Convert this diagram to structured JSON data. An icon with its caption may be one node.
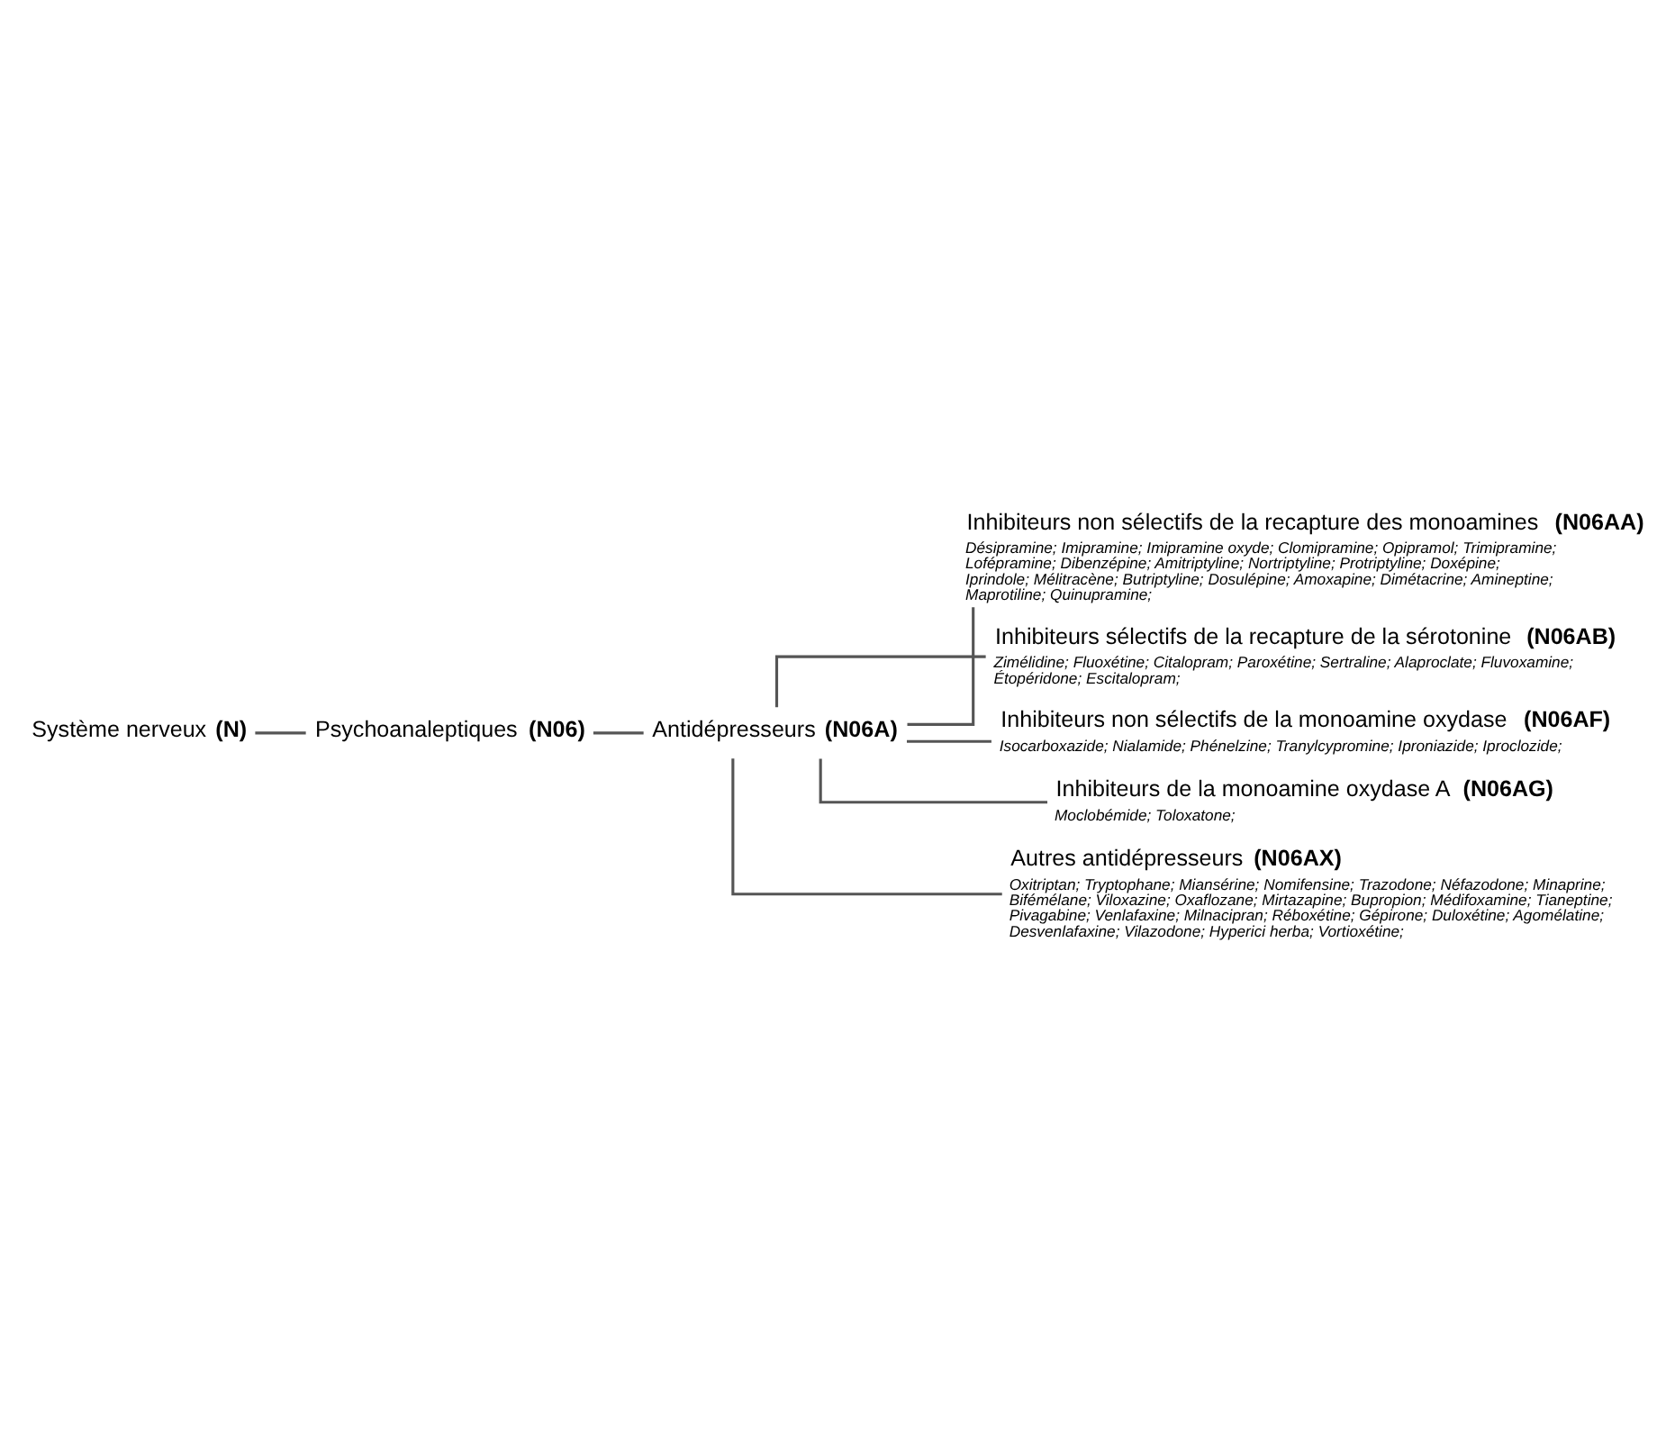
{
  "diagram": {
    "nodes": [
      {
        "text": [
          "Système nerveux **(N)**"
        ]
      },
      {
        "text": [
          "Psychoanaleptiques **(N06)**"
        ]
      },
      {
        "text": [
          "Antidépresseurs **(N06A)**"
        ]
      },
      {
        "text": [
          "Inhibiteurs non sélectifs de la recapture des monoamines **(N06AA)**",
          "Désipramine; Imipramine; Imipramine oxyde; Clomipramine; Opipramol; Trimipramine; Lofépramine; Dibenzépine; Amitriptyline; Nortriptyline; Protriptyline; Doxépine; Iprindole; Mélitracène; Butriptyline; Dosulépine; Amoxapine; Dimétacrine; Amineptine; Maprotiline; Quinupramine;"
        ]
      },
      {
        "text": [
          "Inhibiteurs sélectifs de la recapture de la sérotonine **(N06AB)**",
          "Zimélidine; Fluoxétine; Citalopram; Paroxétine; Sertraline; Alaproclate; Fluvoxamine; Étopéridone; Escitalopram;"
        ]
      },
      {
        "text": [
          "Inhibiteurs non sélectifs de la monoamine oxydase **(N06AF)**",
          "Isocarboxazide; Nialamide; Phénelzine; Tranylcypromine; Iproniazide; Iproclozide;"
        ]
      },
      {
        "text": [
          "Inhibiteurs de la monoamine oxydase A **(N06AG)**",
          "Moclobémide; Toloxatone;"
        ]
      },
      {
        "text": [
          "Autres antidépresseurs **(N06AX)**",
          "Oxitriptan; Tryptophane; Miansérine; Nomifensine; Trazodone; Néfazodone; Minaprine; Bifémélane; Viloxazine; Oxaflozane; Mirtazapine; Bupropion; Médifoxamine; Tianeptine; Pivagabine; Venlafaxine; Milnacipran; Réboxétine; Gépirone; Duloxétine; Agomélatine; Desvenlafaxine; Vilazodone; Hyperici herba; Vortioxétine;"
        ]
      }
    ],
    "edges": [
      {
        "from": 0,
        "to": 1,
        "arrow": "none"
      },
      {
        "from": 1,
        "to": 2,
        "arrow": "none"
      },
      {
        "from": 2,
        "to": 3,
        "arrow": "none"
      },
      {
        "from": 2,
        "to": 4,
        "arrow": "none"
      },
      {
        "from": 2,
        "to": 5,
        "arrow": "none"
      },
      {
        "from": 2,
        "to": 6,
        "arrow": "none"
      },
      {
        "from": 2,
        "to": 7,
        "arrow": "none"
      }
    ]
  }
}
